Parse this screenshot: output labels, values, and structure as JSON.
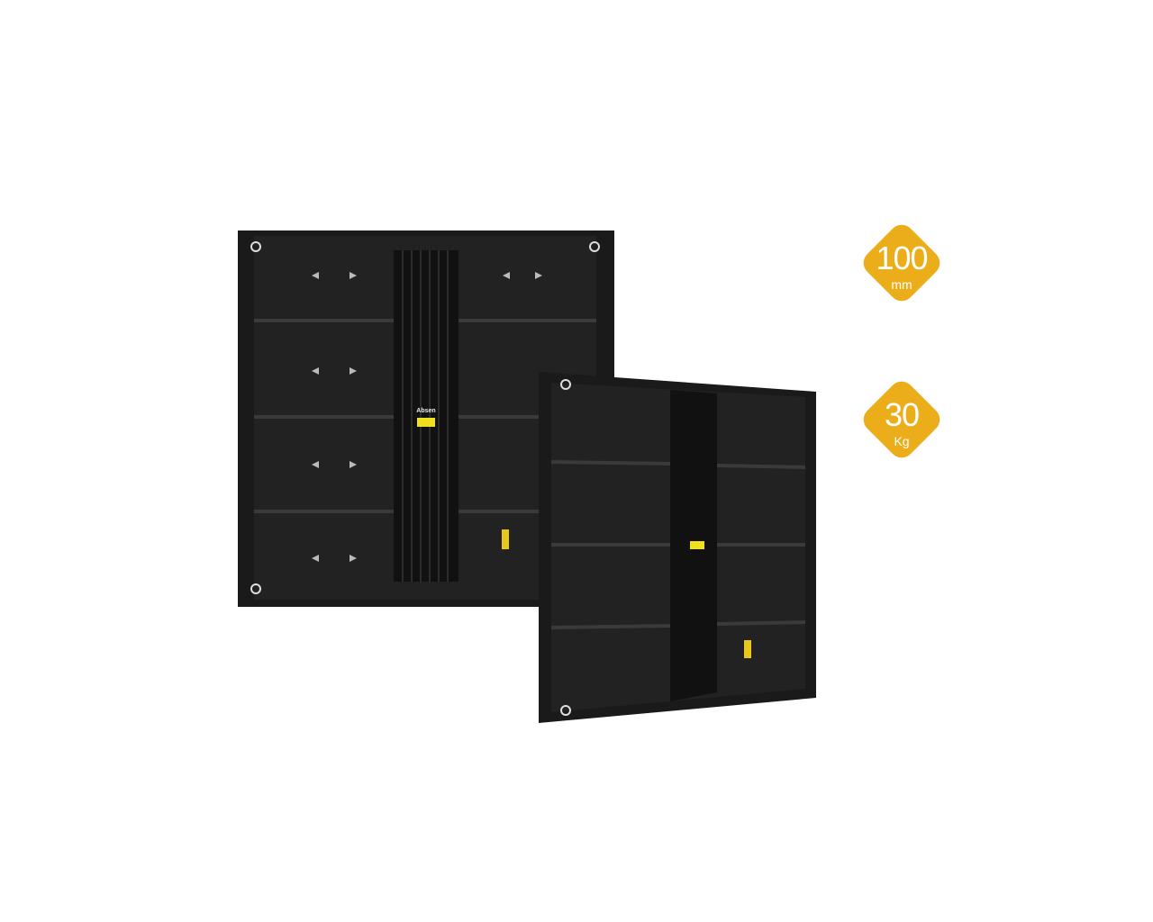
{
  "product": {
    "brand_label": "Absen",
    "badges": [
      {
        "value": "100",
        "unit": "mm",
        "color": "#EBAE1A"
      },
      {
        "value": "30",
        "unit": "Kg",
        "color": "#EBAE1A"
      }
    ]
  }
}
